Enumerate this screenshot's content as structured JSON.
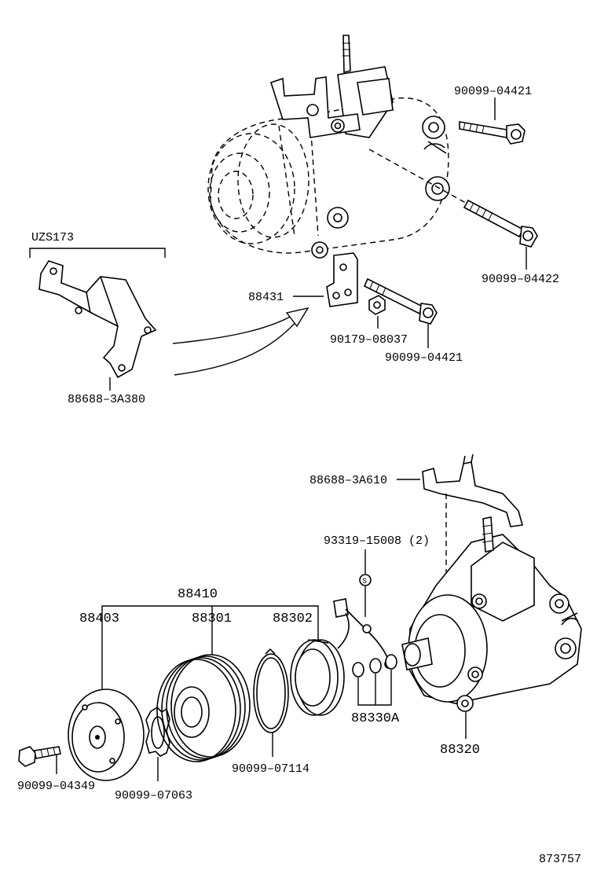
{
  "labels": {
    "bolt_upper_right": "90099–04421",
    "bolt_long_right": "90099–04422",
    "bracket_plate": "88431",
    "nut": "90179–08037",
    "bolt_lower": "90099–04421",
    "model_note": "UZS173",
    "bracket_uzs": "88688–3A380",
    "bracket_lower": "88688–3A610",
    "screw": "93319–15008 (2)",
    "clutch_assy": "88410",
    "hub": "88403",
    "pulley": "88301",
    "stator": "88302",
    "shims": "88330A",
    "compressor": "88320",
    "hub_bolt": "90099–04349",
    "spacer_shim": "90099–07063",
    "snap_ring": "90099–07114",
    "diagram_code": "873757"
  }
}
